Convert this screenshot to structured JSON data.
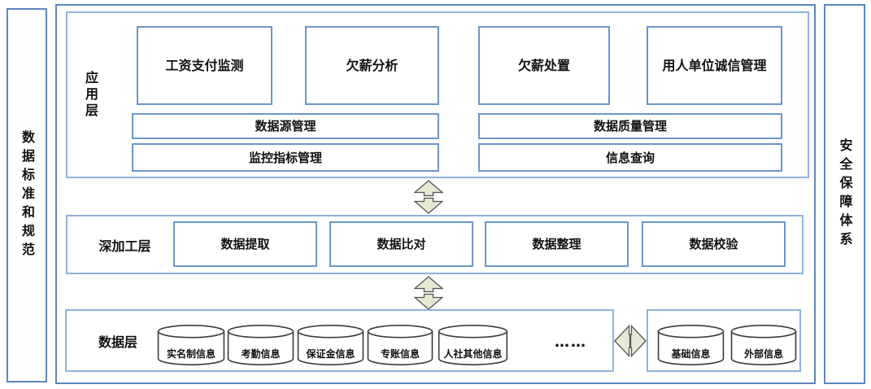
{
  "sidebars": {
    "left_label": "数据标准和规范",
    "right_label": "安全保障体系"
  },
  "layers": {
    "application": {
      "label": "应用层",
      "modules": [
        "工资支付监测",
        "欠薪分析",
        "欠薪处置",
        "用人单位诚信管理"
      ],
      "bars": [
        "数据源管理",
        "数据质量管理",
        "监控指标管理",
        "信息查询"
      ]
    },
    "processing": {
      "label": "深加工层",
      "modules": [
        "数据提取",
        "数据比对",
        "数据整理",
        "数据校验"
      ]
    },
    "data": {
      "label": "数据层",
      "internal_sources": [
        "实名制信息",
        "考勤信息",
        "保证金信息",
        "专账信息",
        "人社其他信息"
      ],
      "ellipsis": "……",
      "external_sources": [
        "基础信息",
        "外部信息"
      ]
    }
  },
  "icons": {
    "vertical_connector": "up-down-arrow-icon",
    "horizontal_connector": "left-right-arrow-icon"
  },
  "colors": {
    "frame_border": "#5b88c2",
    "box_border": "#6b96c9",
    "arrow_fill": "#e7e9d6",
    "arrow_stroke": "#55554c",
    "text": "#111111"
  }
}
